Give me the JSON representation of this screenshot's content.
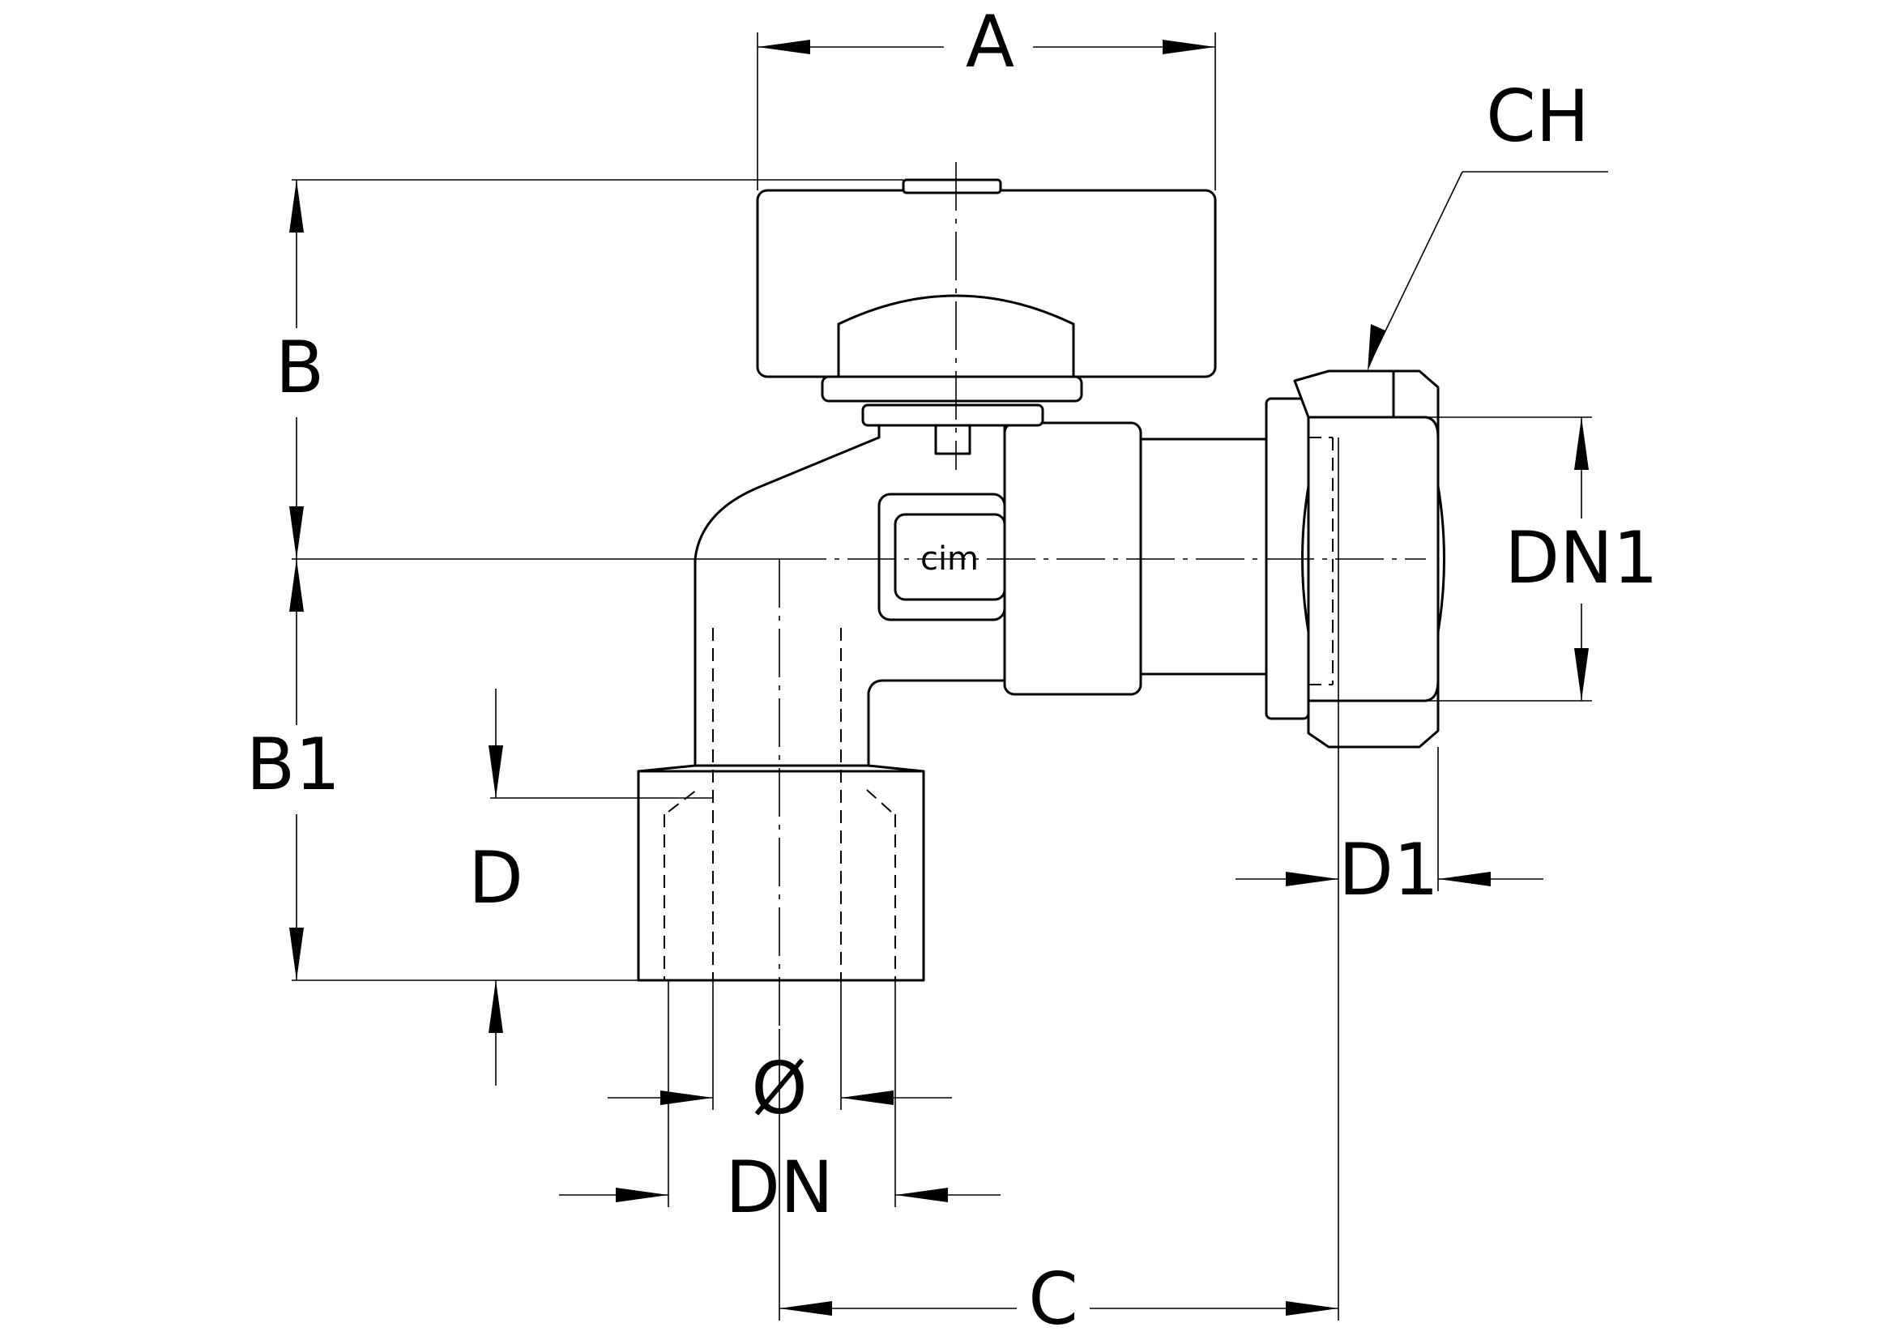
{
  "dimensions": {
    "A": "A",
    "B": "B",
    "B1": "B1",
    "C": "C",
    "CH": "CH",
    "D": "D",
    "D1": "D1",
    "DN": "DN",
    "DN1": "DN1",
    "diameter": "Ø"
  },
  "logo": "cim",
  "colors": {
    "line": "#000000",
    "background": "#ffffff"
  }
}
